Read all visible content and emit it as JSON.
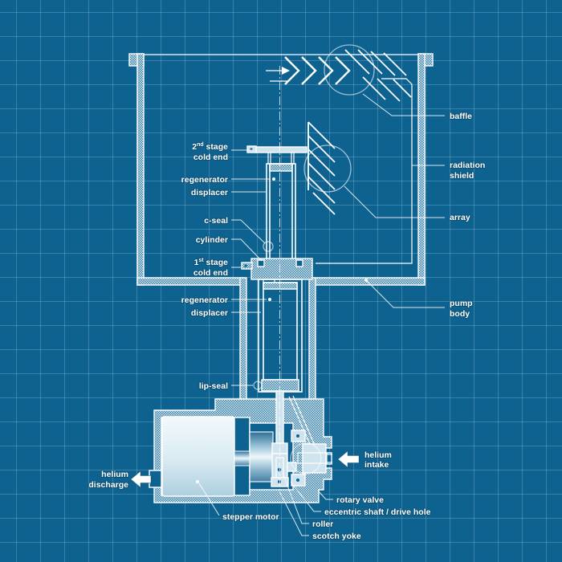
{
  "diagram": "cryopump cross-section blueprint",
  "colors": {
    "background": "#0d628f",
    "grid_line": "#3b80a8",
    "line_white": "#ffffff",
    "fill_light": "#cfe4ef",
    "halftone_dot": "#e6f2f8",
    "halftone_base": "#4186ac"
  },
  "labels": {
    "stage2": {
      "num": "2",
      "sup": "nd",
      "word": " stage",
      "line2": "cold end"
    },
    "regenerator_upper": "regenerator",
    "displacer_upper": "displacer",
    "c_seal": "c-seal",
    "cylinder": "cylinder",
    "stage1": {
      "num": "1",
      "sup": "st",
      "word": " stage",
      "line2": "cold end"
    },
    "regenerator_lower": "regenerator",
    "displacer_lower": "displacer",
    "lip_seal": "lip-seal",
    "baffle": "baffle",
    "radiation_shield": {
      "line1": "radiation",
      "line2": "shield"
    },
    "array": "array",
    "pump_body": {
      "line1": "pump",
      "line2": "body"
    },
    "helium_discharge": {
      "line1": "helium",
      "line2": "discharge"
    },
    "helium_intake": {
      "line1": "helium",
      "line2": "intake"
    },
    "stepper_motor": "stepper motor",
    "rotary_valve": "rotary valve",
    "eccentric_shaft": "eccentric shaft / drive hole",
    "roller": "roller",
    "scotch_yoke": "scotch yoke"
  },
  "icons": {
    "helium_discharge_arrow": "block-arrow-left",
    "helium_intake_arrow": "block-arrow-left"
  }
}
